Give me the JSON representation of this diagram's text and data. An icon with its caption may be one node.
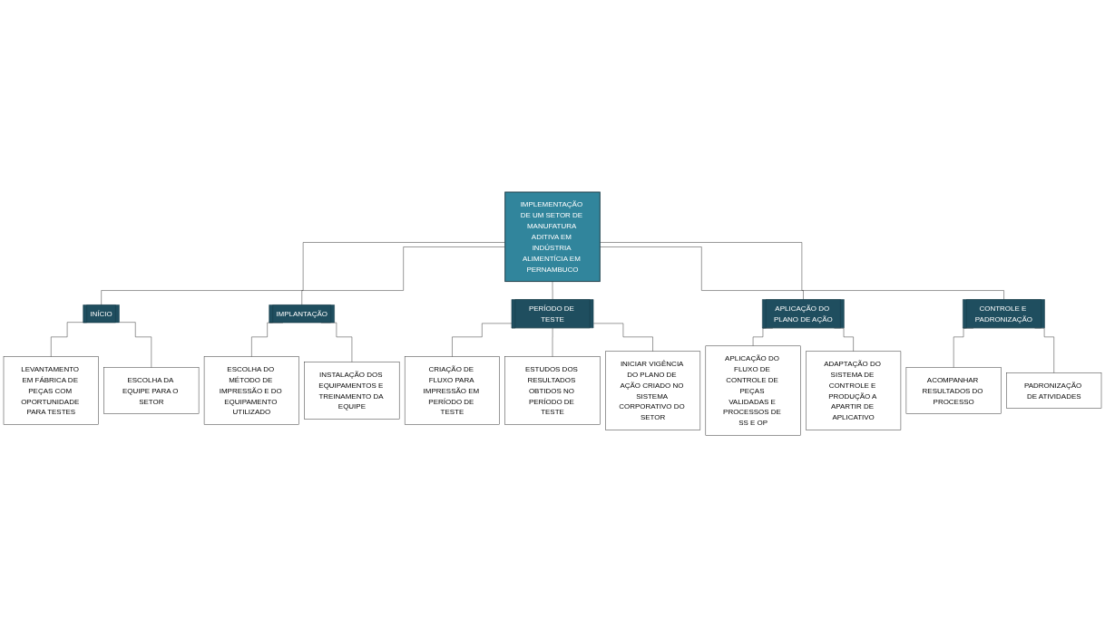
{
  "diagram": {
    "nodes": [
      {
        "text": [
          "IMPLEMENTAÇÃO DE UM SETOR DE MANUFATURA ADITIVA EM INDÚSTRIA ALIMENTÍCIA EM PERNAMBUCO"
        ]
      },
      {
        "text": [
          "INÍCIO"
        ]
      },
      {
        "text": [
          "IMPLANTAÇÃO"
        ]
      },
      {
        "text": [
          "PERÍODO DE TESTE"
        ]
      },
      {
        "text": [
          "APLICAÇÃO DO PLANO DE AÇÃO"
        ]
      },
      {
        "text": [
          "CONTROLE E PADRONIZAÇÃO"
        ]
      },
      {
        "text": [
          "LEVANTAMENTO EM FÁBRICA DE PEÇAS COM OPORTUNIDADE PARA TESTES"
        ]
      },
      {
        "text": [
          "ESCOLHA DA EQUIPE PARA O SETOR"
        ]
      },
      {
        "text": [
          "ESCOLHA DO MÉTODO DE IMPRESSÃO E DO EQUIPAMENTO UTILIZADO"
        ]
      },
      {
        "text": [
          "INSTALAÇÃO DOS EQUIPAMENTOS E TREINAMENTO DA EQUIPE"
        ]
      },
      {
        "text": [
          "CRIAÇÃO DE FLUXO PARA IMPRESSÃO EM PERÍODO DE TESTE"
        ]
      },
      {
        "text": [
          "ESTUDOS DOS RESULTADOS OBTIDOS NO PERÍODO DE TESTE"
        ]
      },
      {
        "text": [
          "INICIAR VIGÊNCIA DO PLANO DE AÇÃO CRIADO NO SISTEMA CORPORATIVO DO SETOR"
        ]
      },
      {
        "text": [
          "APLICAÇÃO DO FLUXO DE CONTROLE DE PEÇAS VALIDADAS E PROCESSOS DE SS E OP"
        ]
      },
      {
        "text": [
          "ADAPTAÇÃO DO SISTEMA DE CONTROLE E PRODUÇÃO A APARTIR DE APLICATIVO"
        ]
      },
      {
        "text": [
          "ACOMPANHAR RESULTADOS DO PROCESSO"
        ]
      },
      {
        "text": [
          "PADRONIZAÇÃO DE ATIVIDADES"
        ]
      }
    ],
    "edges": [
      {
        "from": 0,
        "to": 1,
        "arrow": "none"
      },
      {
        "from": 0,
        "to": 2,
        "arrow": "none"
      },
      {
        "from": 0,
        "to": 3,
        "arrow": "none"
      },
      {
        "from": 0,
        "to": 4,
        "arrow": "none"
      },
      {
        "from": 0,
        "to": 5,
        "arrow": "none"
      },
      {
        "from": 1,
        "to": 6,
        "arrow": "none"
      },
      {
        "from": 1,
        "to": 7,
        "arrow": "none"
      },
      {
        "from": 2,
        "to": 8,
        "arrow": "none"
      },
      {
        "from": 2,
        "to": 9,
        "arrow": "none"
      },
      {
        "from": 3,
        "to": 10,
        "arrow": "none"
      },
      {
        "from": 3,
        "to": 11,
        "arrow": "none"
      },
      {
        "from": 3,
        "to": 12,
        "arrow": "none"
      },
      {
        "from": 4,
        "to": 13,
        "arrow": "none"
      },
      {
        "from": 4,
        "to": 14,
        "arrow": "none"
      },
      {
        "from": 5,
        "to": 15,
        "arrow": "none"
      },
      {
        "from": 5,
        "to": 16,
        "arrow": "none"
      }
    ]
  }
}
